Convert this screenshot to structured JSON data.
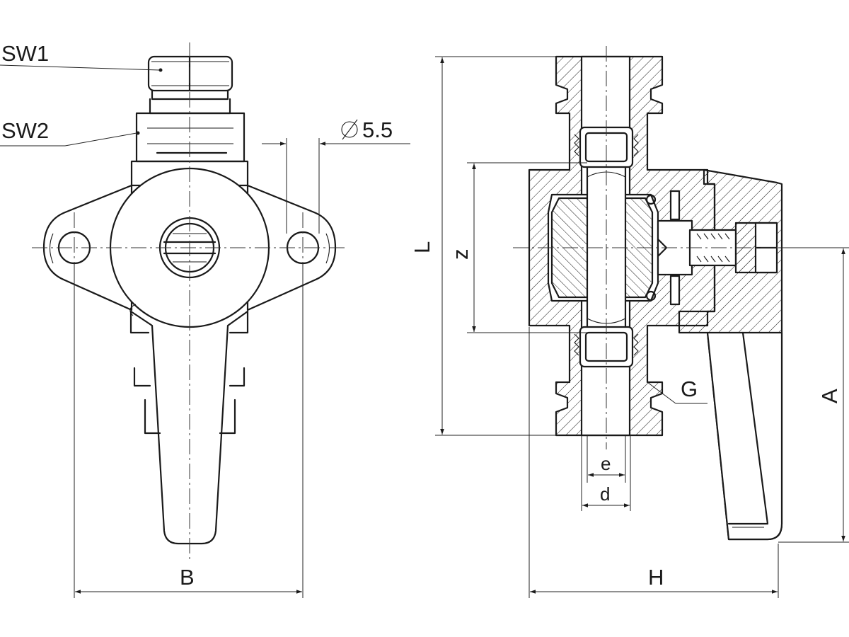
{
  "labels": {
    "sw1": "SW1",
    "sw2": "SW2",
    "hole_diameter": "5.5",
    "width_b": "B",
    "length_l": "L",
    "center_z": "z",
    "thread_g": "G",
    "height_a": "A",
    "bore_e": "e",
    "outer_d": "d",
    "height_h": "H"
  },
  "symbols": {
    "diameter": "diameter-symbol"
  }
}
